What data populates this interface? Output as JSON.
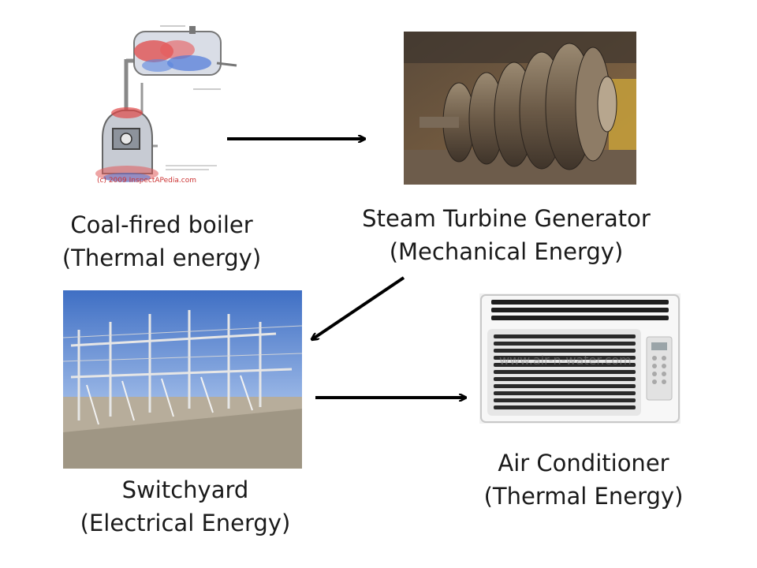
{
  "nodes": {
    "boiler": {
      "line1": "Coal-fired boiler",
      "line2": "(Thermal energy)",
      "image_watermark": "(c) 2009 InspectAPedia.com"
    },
    "turbine": {
      "line1": "Steam Turbine Generator",
      "line2": "(Mechanical Energy)"
    },
    "switchyard": {
      "line1": "Switchyard",
      "line2": "(Electrical Energy)"
    },
    "air_conditioner": {
      "line1": "Air Conditioner",
      "line2": "(Thermal Energy)",
      "image_watermark": "www.air-n-water.com"
    }
  },
  "colors": {
    "arrow": "#000000",
    "text": "#1a1a1a"
  },
  "icons": [
    "boiler-icon",
    "turbine-icon",
    "switchyard-icon",
    "air-conditioner-icon"
  ]
}
